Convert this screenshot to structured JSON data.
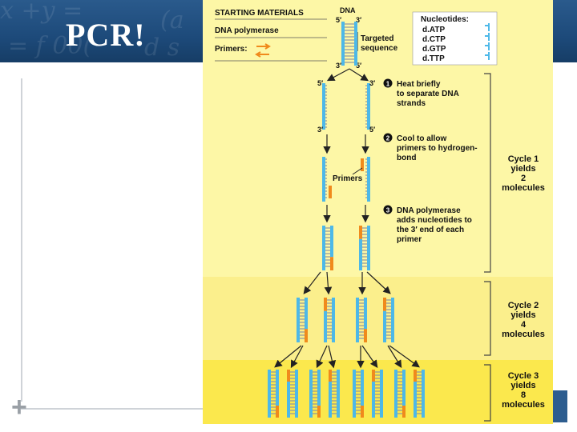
{
  "slide": {
    "title": "PCR!"
  },
  "figure": {
    "starting_materials": "STARTING MATERIALS",
    "dna_label": "DNA",
    "dna_polymerase": "DNA polymerase",
    "primers_label": "Primers:",
    "targeted_sequence": [
      "Targeted",
      "sequence"
    ],
    "end_5": "5′",
    "end_3": "3′",
    "nucleotides": {
      "heading": "Nucleotides:",
      "items": [
        "d.ATP",
        "d.CTP",
        "d.GTP",
        "d.TTP"
      ]
    },
    "steps": [
      {
        "number": "1",
        "lines": [
          "Heat briefly",
          "to separate DNA",
          "strands"
        ]
      },
      {
        "number": "2",
        "lines": [
          "Cool to allow",
          "primers to hydrogen-",
          "bond"
        ]
      },
      {
        "number": "3",
        "lines": [
          "DNA polymerase",
          "adds nucleotides to",
          "the 3′ end of each",
          "primer"
        ]
      }
    ],
    "primers_callout": "Primers",
    "cycles": [
      {
        "lines": [
          "Cycle 1",
          "yields",
          "2",
          "molecules"
        ]
      },
      {
        "lines": [
          "Cycle 2",
          "yields",
          "4",
          "molecules"
        ]
      },
      {
        "lines": [
          "Cycle 3",
          "yields",
          "8",
          "molecules"
        ]
      }
    ],
    "colors": {
      "panel": "#fdf7a6",
      "panel_cycle2": "#fbef8c",
      "panel_cycle3": "#fbe84d",
      "strand": "#4db8e8",
      "primer": "#f08a1c",
      "rung": "#8c95a0",
      "banner": "#1d4a7a"
    }
  }
}
